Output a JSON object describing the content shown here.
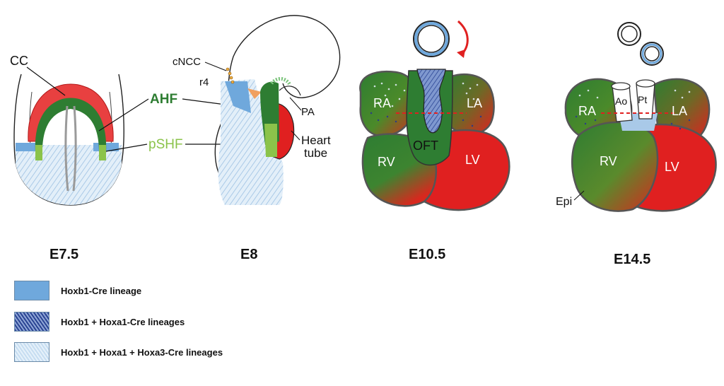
{
  "stages": {
    "e75": "E7.5",
    "e8": "E8",
    "e105": "E10.5",
    "e145": "E14.5"
  },
  "labels": {
    "cc": "CC",
    "ahf": "AHF",
    "pshf": "pSHF",
    "cncc": "cNCC",
    "r4": "r4",
    "pa": "PA",
    "heart_tube_line1": "Heart",
    "heart_tube_line2": "tube",
    "ra": "RA",
    "la": "LA",
    "rv": "RV",
    "lv": "LV",
    "oft": "OFT",
    "ao": "Ao",
    "pt": "Pt",
    "epi": "Epi"
  },
  "legend": [
    {
      "label": "Hoxb1-Cre lineage",
      "color": "#6fa8dc"
    },
    {
      "label": "Hoxb1 + Hoxa1-Cre lineages",
      "color": "#3e5ea8"
    },
    {
      "label": "Hoxb1 + Hoxa1 + Hoxa3-Cre lineages",
      "color": "#d7eaf6"
    }
  ],
  "colors": {
    "red": "#e02020",
    "dark_green": "#2e7d32",
    "light_green": "#8bc34a",
    "hoxb1_blue": "#6fa8dc",
    "hatch_blue": "#a9c9e8",
    "pale_blue": "#d7eaf6"
  }
}
